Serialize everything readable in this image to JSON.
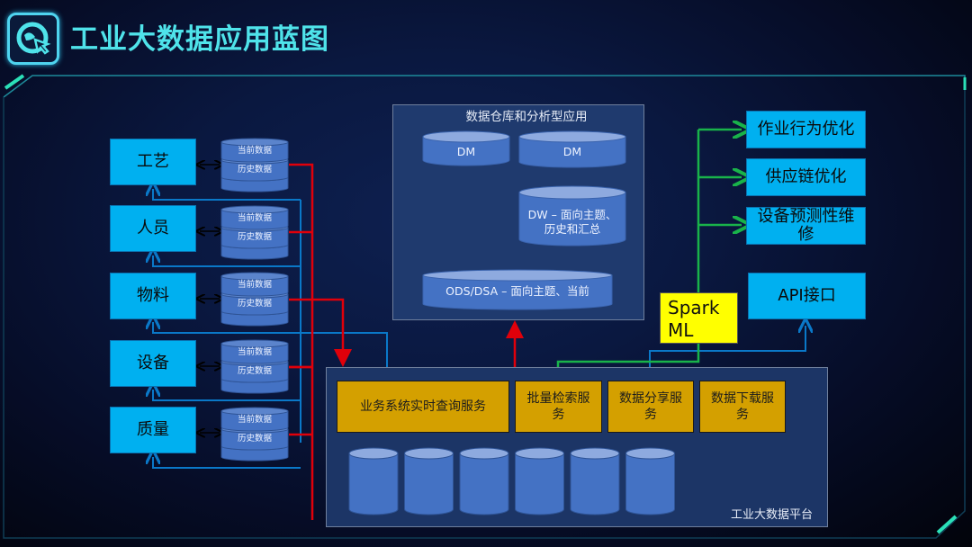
{
  "header": {
    "title": "工业大数据应用蓝图",
    "logo_icon": "globe-cursor-icon"
  },
  "colors": {
    "accent_title": "#4fe3ea",
    "source_box": "#00b0f0",
    "service_box": "#d4a000",
    "spark_box": "#ffff00",
    "cylinder": "#4472c4",
    "panel": "#1f3a6e",
    "flow_red": "#e0000a",
    "flow_blue": "#0a78c8",
    "flow_green": "#19b34a"
  },
  "sources": {
    "items": [
      {
        "label": "工艺",
        "current": "当前数据",
        "history": "历史数据"
      },
      {
        "label": "人员",
        "current": "当前数据",
        "history": "历史数据"
      },
      {
        "label": "物料",
        "current": "当前数据",
        "history": "历史数据"
      },
      {
        "label": "设备",
        "current": "当前数据",
        "history": "历史数据"
      },
      {
        "label": "质量",
        "current": "当前数据",
        "history": "历史数据"
      }
    ]
  },
  "warehouse": {
    "title": "数据仓库和分析型应用",
    "dm_left": "DM",
    "dm_right": "DM",
    "dw": "DW – 面向主题、历史和汇总",
    "dw_line1": "DW – 面向主题、",
    "dw_line2": "历史和汇总",
    "ods": "ODS/DSA – 面向主题、当前"
  },
  "applications": {
    "items": [
      {
        "label": "作业行为优化"
      },
      {
        "label": "供应链优化"
      },
      {
        "label": "设备预测性维修"
      }
    ],
    "api": "API接口"
  },
  "spark": {
    "line1": "Spark",
    "line2": "ML"
  },
  "platform": {
    "label": "工业大数据平台",
    "services": [
      {
        "label": "业务系统实时查询服务"
      },
      {
        "label": "批量检索服务"
      },
      {
        "label": "数据分享服务"
      },
      {
        "label": "数据下载服务"
      }
    ],
    "storage_count": 6
  }
}
